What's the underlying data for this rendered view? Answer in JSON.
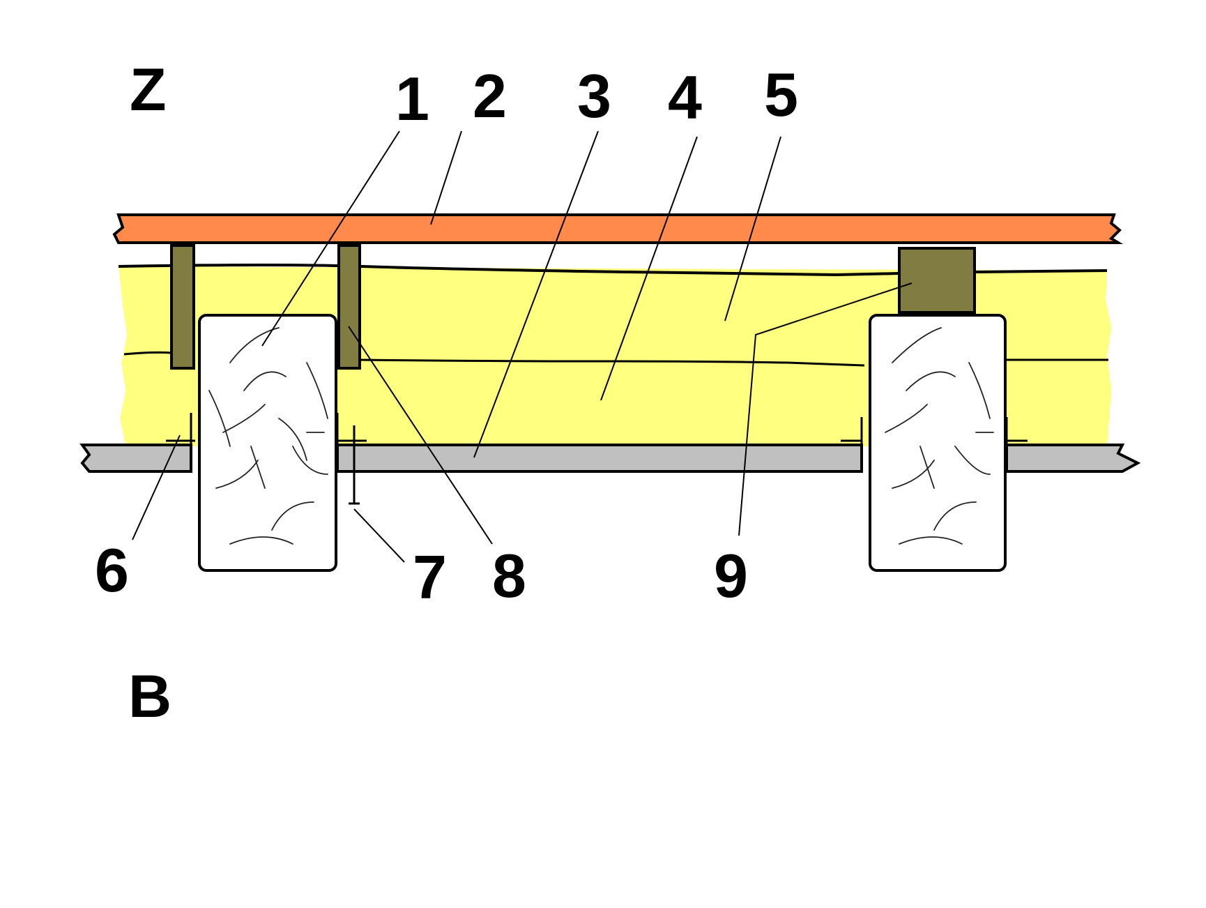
{
  "side_labels": {
    "top": "Z",
    "bottom": "B"
  },
  "callouts": [
    "1",
    "2",
    "3",
    "4",
    "5",
    "6",
    "7",
    "8",
    "9"
  ],
  "colors": {
    "background": "#ffffff",
    "board": "#ff8a4c",
    "insulation": "#ffff80",
    "bracket": "#807c42",
    "slab": "#c0c0c0",
    "beam_fill": "#ffffff",
    "outline": "#000000"
  }
}
